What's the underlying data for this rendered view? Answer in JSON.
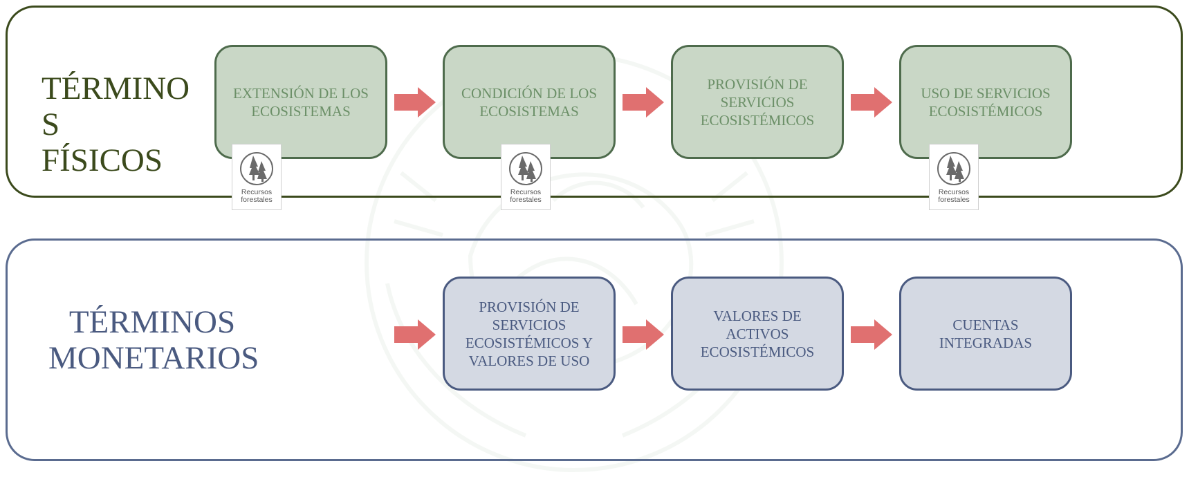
{
  "colors": {
    "physical_text": "#3b4a1c",
    "physical_box_fill": "#c9d7c6",
    "physical_box_text": "#6b8f67",
    "monetary_text": "#4a5a80",
    "monetary_box_fill": "#d4d9e3",
    "arrow": "#e07070"
  },
  "physical": {
    "title": "TÉRMINO S FÍSICOS",
    "steps": [
      {
        "label": "EXTENSIÓN DE LOS ECOSISTEMAS"
      },
      {
        "label": "CONDICIÓN DE LOS ECOSISTEMAS"
      },
      {
        "label": "PROVISIÓN DE SERVICIOS ECOSISTÉMICOS"
      },
      {
        "label": "USO DE SERVICIOS ECOSISTÉMICOS"
      }
    ],
    "badge": {
      "icon": "forest-trees-icon",
      "label": "Recursos forestales"
    }
  },
  "monetary": {
    "title": "TÉRMINOS MONETARIOS",
    "steps": [
      {
        "label": "PROVISIÓN DE SERVICIOS ECOSISTÉMICOS Y VALORES DE USO"
      },
      {
        "label": "VALORES DE ACTIVOS ECOSISTÉMICOS"
      },
      {
        "label": "CUENTAS INTEGRADAS"
      }
    ]
  }
}
